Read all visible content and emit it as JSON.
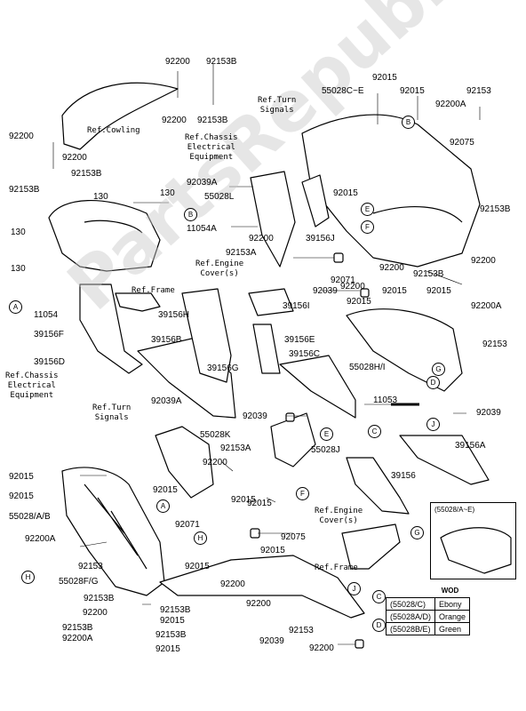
{
  "watermark": "PartsRepublik",
  "labels": [
    {
      "id": "l1",
      "text": "92200"
    },
    {
      "id": "l2",
      "text": "92153B"
    },
    {
      "id": "l3",
      "text": "92200"
    },
    {
      "id": "l4",
      "text": "92153B"
    },
    {
      "id": "l5",
      "text": "92200"
    },
    {
      "id": "l6",
      "text": "92200"
    },
    {
      "id": "l7",
      "text": "92153B"
    },
    {
      "id": "l8",
      "text": "92153B"
    },
    {
      "id": "l9",
      "text": "130"
    },
    {
      "id": "l10",
      "text": "130"
    },
    {
      "id": "l11",
      "text": "11054A"
    },
    {
      "id": "l12",
      "text": "130"
    },
    {
      "id": "l13",
      "text": "130"
    },
    {
      "id": "l14",
      "text": "11054"
    },
    {
      "id": "l15",
      "text": "92015"
    },
    {
      "id": "l16",
      "text": "55028C~E"
    },
    {
      "id": "l17",
      "text": "92015"
    },
    {
      "id": "l18",
      "text": "92153"
    },
    {
      "id": "l19",
      "text": "92200A"
    },
    {
      "id": "l20",
      "text": "92075"
    },
    {
      "id": "l21",
      "text": "92039A"
    },
    {
      "id": "l22",
      "text": "55028L"
    },
    {
      "id": "l23",
      "text": "92015"
    },
    {
      "id": "l24",
      "text": "92153B"
    },
    {
      "id": "l25",
      "text": "92200"
    },
    {
      "id": "l26",
      "text": "39156J"
    },
    {
      "id": "l27",
      "text": "92153A"
    },
    {
      "id": "l28",
      "text": "92200"
    },
    {
      "id": "l29",
      "text": "92153B"
    },
    {
      "id": "l30",
      "text": "92200"
    },
    {
      "id": "l31",
      "text": "92071"
    },
    {
      "id": "l32",
      "text": "92039"
    },
    {
      "id": "l33",
      "text": "92015"
    },
    {
      "id": "l34",
      "text": "92015"
    },
    {
      "id": "l35",
      "text": "92015"
    },
    {
      "id": "l36",
      "text": "92200A"
    },
    {
      "id": "l37",
      "text": "92153"
    },
    {
      "id": "l38",
      "text": "39156H"
    },
    {
      "id": "l39",
      "text": "39156I"
    },
    {
      "id": "l40",
      "text": "39156F"
    },
    {
      "id": "l41",
      "text": "39156E"
    },
    {
      "id": "l42",
      "text": "39156B"
    },
    {
      "id": "l43",
      "text": "39156C"
    },
    {
      "id": "l44",
      "text": "39156D"
    },
    {
      "id": "l45",
      "text": "39156G"
    },
    {
      "id": "l46",
      "text": "55028H/I"
    },
    {
      "id": "l47",
      "text": "11053"
    },
    {
      "id": "l48",
      "text": "92039"
    },
    {
      "id": "l49",
      "text": "92039A"
    },
    {
      "id": "l50",
      "text": "92039"
    },
    {
      "id": "l51",
      "text": "55028K"
    },
    {
      "id": "l52",
      "text": "55028J"
    },
    {
      "id": "l53",
      "text": "39156A"
    },
    {
      "id": "l54",
      "text": "92153A"
    },
    {
      "id": "l55",
      "text": "92200"
    },
    {
      "id": "l56",
      "text": "92015"
    },
    {
      "id": "l57",
      "text": "92015"
    },
    {
      "id": "l58",
      "text": "92015"
    },
    {
      "id": "l59",
      "text": "39156"
    },
    {
      "id": "l60",
      "text": "55028/A/B"
    },
    {
      "id": "l61",
      "text": "92015"
    },
    {
      "id": "l62",
      "text": "92071"
    },
    {
      "id": "l63",
      "text": "92075"
    },
    {
      "id": "l64",
      "text": "92200A"
    },
    {
      "id": "l65",
      "text": "92153"
    },
    {
      "id": "l66",
      "text": "55028F/G"
    },
    {
      "id": "l67",
      "text": "92015"
    },
    {
      "id": "l68",
      "text": "92015"
    },
    {
      "id": "l69",
      "text": "92200"
    },
    {
      "id": "l70",
      "text": "92153B"
    },
    {
      "id": "l71",
      "text": "92200"
    },
    {
      "id": "l72",
      "text": "92153B"
    },
    {
      "id": "l73",
      "text": "92015"
    },
    {
      "id": "l74",
      "text": "92200"
    },
    {
      "id": "l75",
      "text": "92153B"
    },
    {
      "id": "l76",
      "text": "92200A"
    },
    {
      "id": "l77",
      "text": "92153"
    },
    {
      "id": "l78",
      "text": "92039"
    },
    {
      "id": "l79",
      "text": "92200"
    },
    {
      "id": "l80",
      "text": "92153B"
    },
    {
      "id": "l81",
      "text": "92015"
    },
    {
      "id": "l82",
      "text": "92015"
    },
    {
      "id": "l83",
      "text": "92200"
    }
  ],
  "references": [
    {
      "id": "r1",
      "text": "Ref.Cowling"
    },
    {
      "id": "r2",
      "text": "Ref.Turn\nSignals"
    },
    {
      "id": "r3",
      "text": "Ref.Chassis\nElectrical\nEquipment"
    },
    {
      "id": "r4",
      "text": "Ref.Frame"
    },
    {
      "id": "r5",
      "text": "Ref.Engine\nCover(s)"
    },
    {
      "id": "r6",
      "text": "Ref.Chassis\nElectrical\nEquipment"
    },
    {
      "id": "r7",
      "text": "Ref.Turn\nSignals"
    },
    {
      "id": "r8",
      "text": "Ref.Engine\nCover(s)"
    },
    {
      "id": "r9",
      "text": "Ref.Frame"
    }
  ],
  "callouts": [
    {
      "id": "c1",
      "text": "B"
    },
    {
      "id": "c2",
      "text": "B"
    },
    {
      "id": "c3",
      "text": "A"
    },
    {
      "id": "c4",
      "text": "E"
    },
    {
      "id": "c5",
      "text": "F"
    },
    {
      "id": "c6",
      "text": "G"
    },
    {
      "id": "c7",
      "text": "D"
    },
    {
      "id": "c8",
      "text": "J"
    },
    {
      "id": "c9",
      "text": "C"
    },
    {
      "id": "c10",
      "text": "E"
    },
    {
      "id": "c11",
      "text": "F"
    },
    {
      "id": "c12",
      "text": "A"
    },
    {
      "id": "c13",
      "text": "H"
    },
    {
      "id": "c14",
      "text": "G"
    },
    {
      "id": "c15",
      "text": "H"
    },
    {
      "id": "c16",
      "text": "J"
    },
    {
      "id": "c17",
      "text": "C"
    },
    {
      "id": "c18",
      "text": "D"
    }
  ],
  "inset": {
    "title": "(55028/A~E)"
  },
  "wod": {
    "title": "WOD",
    "rows": [
      {
        "code": "(55028/C)",
        "color": "Ebony"
      },
      {
        "code": "(55028A/D)",
        "color": "Orange"
      },
      {
        "code": "(55028B/E)",
        "color": "Green"
      }
    ]
  }
}
